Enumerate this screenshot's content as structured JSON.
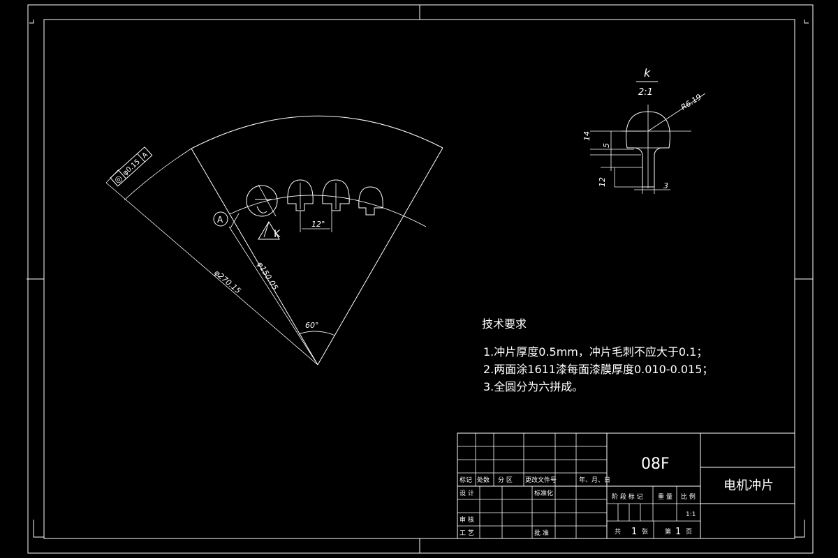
{
  "drawing": {
    "section_label": {
      "letter": "k",
      "scale": "2:1"
    },
    "view_letter": "K",
    "datum": "A",
    "tolerance": {
      "symbol": "◎",
      "value": "φ0.15",
      "datum": "A"
    },
    "dimensions": {
      "slot_radius": "R6.19",
      "slot_height_outer": "14",
      "slot_height_inner": "5",
      "neck_length": "12",
      "neck_width": "3",
      "slot_pitch": "12°",
      "sector_angle": "60°",
      "outer_diameter": "φ270.15",
      "bore_diameter": "φ150.05"
    }
  },
  "notes": {
    "heading": "技术要求",
    "items": [
      "1.冲片厚度0.5mm，冲片毛刺不应大于0.1；",
      "2.两面涂1611漆每面漆膜厚度0.010-0.015；",
      "3.全圆分为六拼成。"
    ]
  },
  "title_block": {
    "material": "08F",
    "part_name": "电机冲片",
    "headers": {
      "mark": "标记",
      "count": "处数",
      "zone": "分 区",
      "change_doc": "更改文件号",
      "date": "年、月、日"
    },
    "roles": {
      "design": "设 计",
      "standardization": "标准化",
      "review": "审 核",
      "process": "工 艺",
      "approve": "批 准"
    },
    "stage_headers": {
      "stage_mark": "阶 段 标 记",
      "weight": "重 量",
      "scale": "比 例"
    },
    "scale_value": "1:1",
    "sheets": {
      "total_prefix": "共",
      "total": "1",
      "total_suffix": "张",
      "current_prefix": "第",
      "current": "1",
      "current_suffix": "页"
    }
  }
}
